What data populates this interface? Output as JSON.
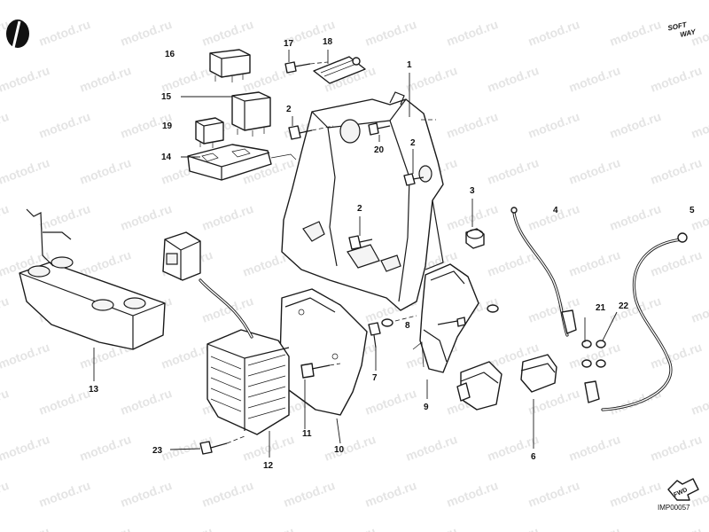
{
  "watermark": "motod.ru",
  "brand": {
    "line1": "SOFT",
    "line2": "WAY"
  },
  "drawing_code": "IMP00057",
  "forward_label": "FWD",
  "callouts": {
    "c1": "1",
    "c2a": "2",
    "c2b": "2",
    "c2c": "2",
    "c3": "3",
    "c4": "4",
    "c5": "5",
    "c6": "6",
    "c7": "7",
    "c8": "8",
    "c9": "9",
    "c10": "10",
    "c11": "11",
    "c12": "12",
    "c13": "13",
    "c14": "14",
    "c15": "15",
    "c16": "16",
    "c17": "17",
    "c18": "18",
    "c19": "19",
    "c20": "20",
    "c21": "21",
    "c22": "22",
    "c23": "23"
  }
}
